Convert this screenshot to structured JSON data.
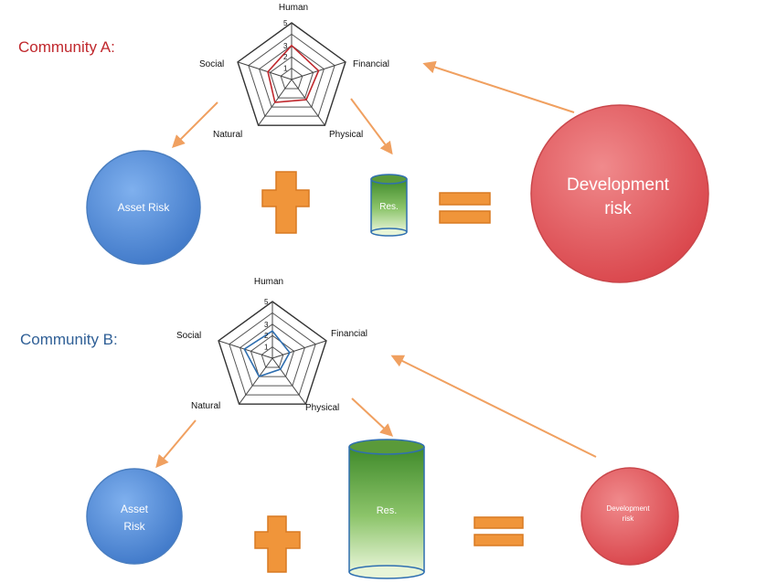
{
  "community_a": {
    "label": "Community A:",
    "radar": {
      "axes": [
        "Human",
        "Financial",
        "Physical",
        "Natural",
        "Social"
      ],
      "scale_labels": [
        "5",
        "3",
        "2",
        "1"
      ],
      "values": [
        3,
        2.5,
        2.2,
        2.5,
        2.2
      ],
      "line_color": "#c0282d"
    },
    "asset_risk": "Asset Risk",
    "resilience": "Res.",
    "development_risk": [
      "Development",
      "risk"
    ]
  },
  "community_b": {
    "label": "Community B:",
    "radar": {
      "axes": [
        "Human",
        "Financial",
        "Physical",
        "Natural",
        "Social"
      ],
      "scale_labels": [
        "5",
        "3",
        "2",
        "1"
      ],
      "values": [
        2.4,
        1.6,
        1.2,
        2.0,
        2.6
      ],
      "line_color": "#2f6fb0"
    },
    "asset_risk": [
      "Asset",
      "Risk"
    ],
    "resilience": "Res.",
    "development_risk": [
      "Development",
      "risk"
    ]
  },
  "colors": {
    "blue_circle": "#5b8fd8",
    "red_circle": "#e05c5f",
    "green_cylinder": "#5a9a3a",
    "orange": "#f0953a",
    "arrow": "#f0a060"
  }
}
